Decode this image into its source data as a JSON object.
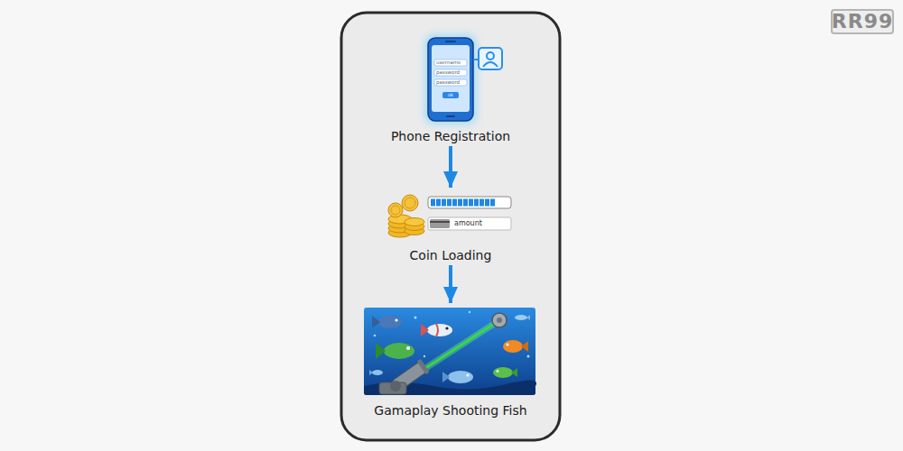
{
  "diagram": {
    "nodes": [
      {
        "text": [
          "Phone Registration"
        ]
      },
      {
        "text": [
          "Coin Loading"
        ]
      },
      {
        "text": [
          "Gamaplay Shooting Fish"
        ]
      }
    ],
    "edges": [
      {
        "from": 0,
        "to": 1,
        "arrow": "to"
      },
      {
        "from": 1,
        "to": 2,
        "arrow": "to"
      }
    ],
    "labels": [
      "username",
      "password",
      "password",
      "ok",
      "amount",
      "RR99"
    ]
  }
}
